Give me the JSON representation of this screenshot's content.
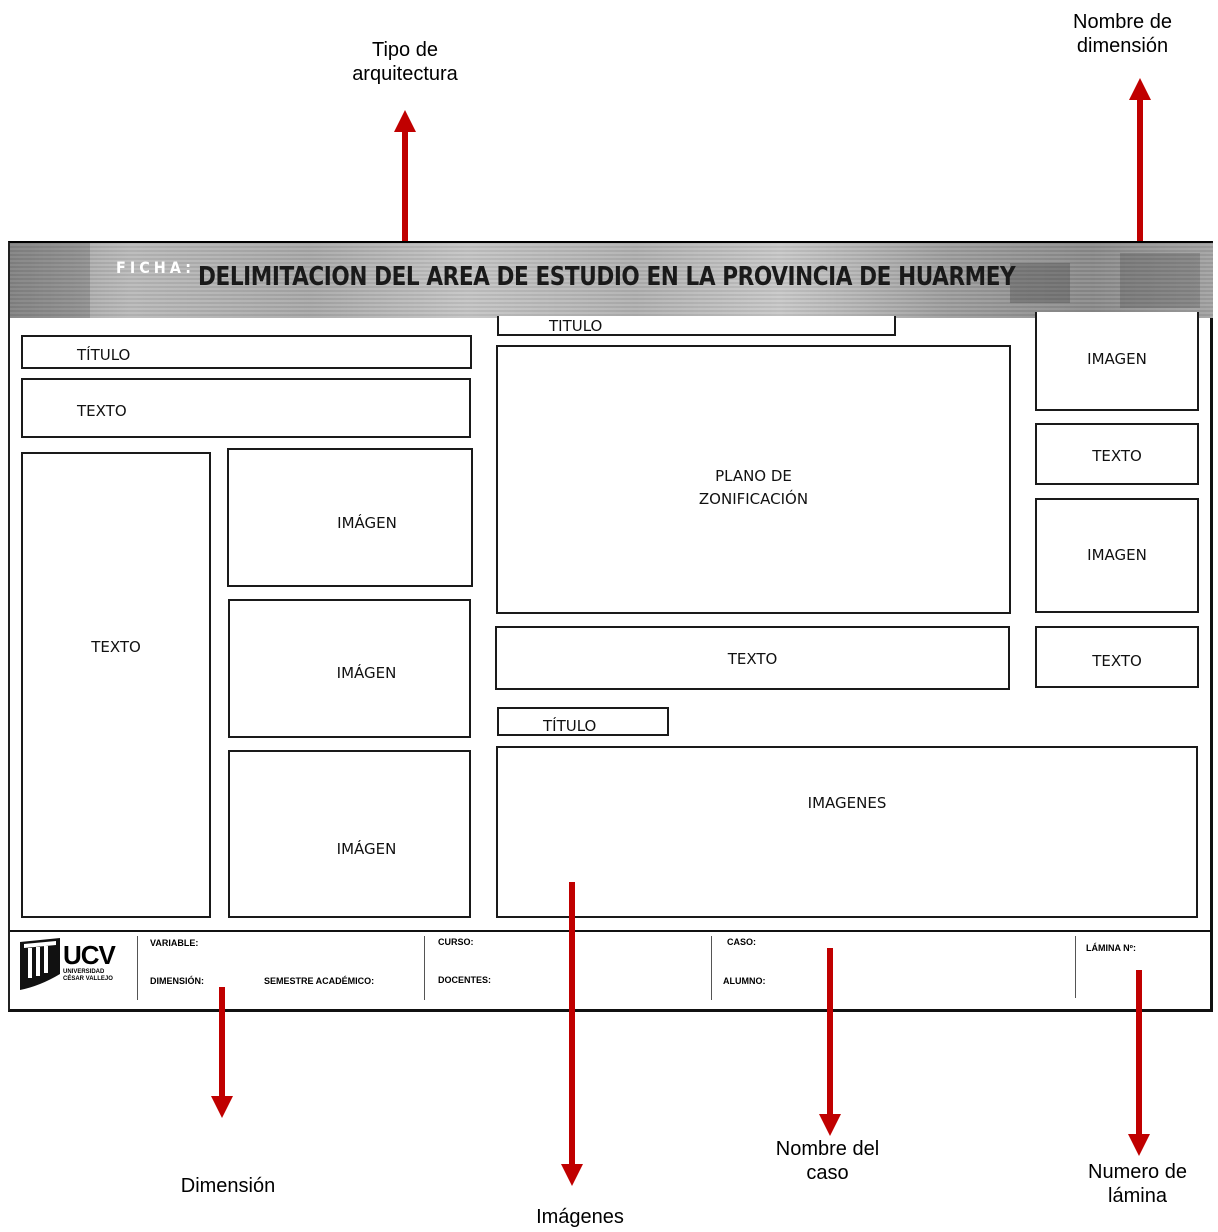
{
  "annotations": {
    "tipo_arquitectura": "Tipo de\narquitectura",
    "nombre_dimension": "Nombre de\ndimensión",
    "dimension": "Dimensión",
    "imagenes": "Imágenes",
    "nombre_caso": "Nombre del\ncaso",
    "numero_lamina": "Numero de\nlámina"
  },
  "banner": {
    "ficha_label": "FICHA:",
    "title": "DELIMITACION DEL AREA DE ESTUDIO EN LA PROVINCIA DE HUARMEY"
  },
  "layout_boxes": {
    "left_title": "TÍTULO",
    "left_text_top": "TEXTO",
    "left_text_tall": "TEXTO",
    "image_1": "IMÁGEN",
    "image_2": "IMÁGEN",
    "image_3": "IMÁGEN",
    "center_title": "TITULO",
    "plan_line1": "PLANO DE",
    "plan_line2": "ZONIFICACIÓN",
    "center_text": "TEXTO",
    "lower_title": "TÍTULO",
    "images_wide": "IMAGENES",
    "right_image_1": "IMAGEN",
    "right_text_1": "TEXTO",
    "right_image_2": "IMAGEN",
    "right_text_2": "TEXTO"
  },
  "footer": {
    "logo": "UCV",
    "logo_sub_1": "UNIVERSIDAD",
    "logo_sub_2": "CÉSAR VALLEJO",
    "variable": "VARIABLE:",
    "dimension": "DIMENSIÓN:",
    "semestre": "SEMESTRE ACADÉMICO:",
    "curso": "CURSO:",
    "docentes": "DOCENTES:",
    "caso": "CASO:",
    "alumno": "ALUMNO:",
    "lamina": "LÁMINA Nº:"
  },
  "colors": {
    "arrow": "#c00000",
    "banner": "#b0b0b0"
  }
}
